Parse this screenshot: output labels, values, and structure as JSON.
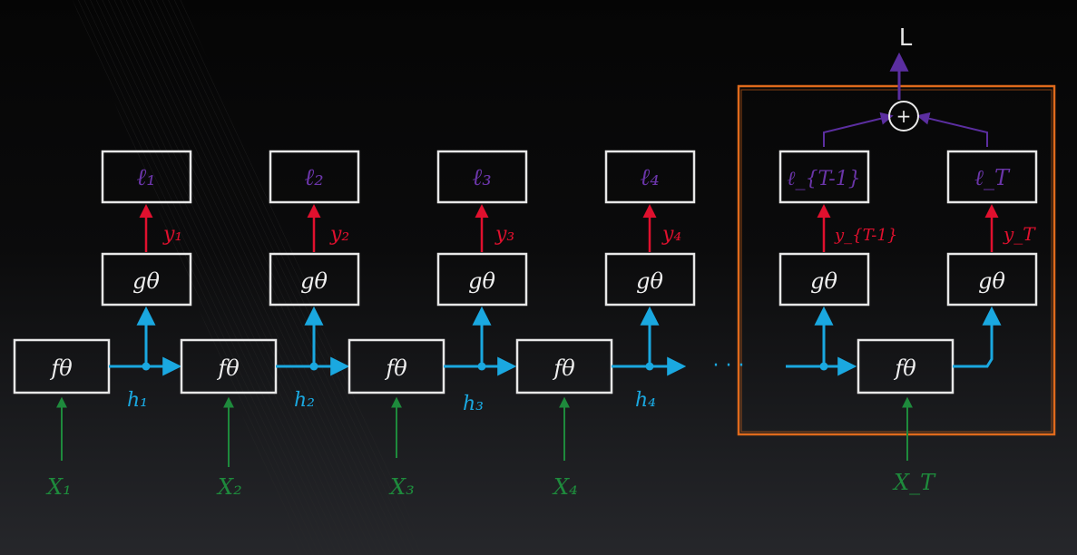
{
  "diagram": {
    "output_label": "L",
    "sum_symbol": "+",
    "ellipsis": "· · ·",
    "colors": {
      "box": "#e8e8e8",
      "loss_text": "#6a35a8",
      "target": "#e0102e",
      "hidden": "#1aa8e0",
      "input": "#1e8a3c",
      "frame": "#e06a1c",
      "sum": "#5b2ea0",
      "box_text": "#f0f0f0"
    },
    "steps": [
      {
        "loss": "ℓ₁",
        "g": "gθ",
        "f": "fθ",
        "y": "y₁",
        "h": "h₁",
        "x": "X₁"
      },
      {
        "loss": "ℓ₂",
        "g": "gθ",
        "f": "fθ",
        "y": "y₂",
        "h": "h₂",
        "x": "X₂"
      },
      {
        "loss": "ℓ₃",
        "g": "gθ",
        "f": "fθ",
        "y": "y₃",
        "h": "h₃",
        "x": "X₃"
      },
      {
        "loss": "ℓ₄",
        "g": "gθ",
        "f": "fθ",
        "y": "y₄",
        "h": "h₄",
        "x": "X₄"
      },
      {
        "loss": "ℓ_{T-1}",
        "g": "gθ",
        "y": "y_{T-1}"
      },
      {
        "loss": "ℓ_T",
        "g": "gθ",
        "f": "fθ",
        "y": "y_T",
        "x": "X_T"
      }
    ]
  }
}
